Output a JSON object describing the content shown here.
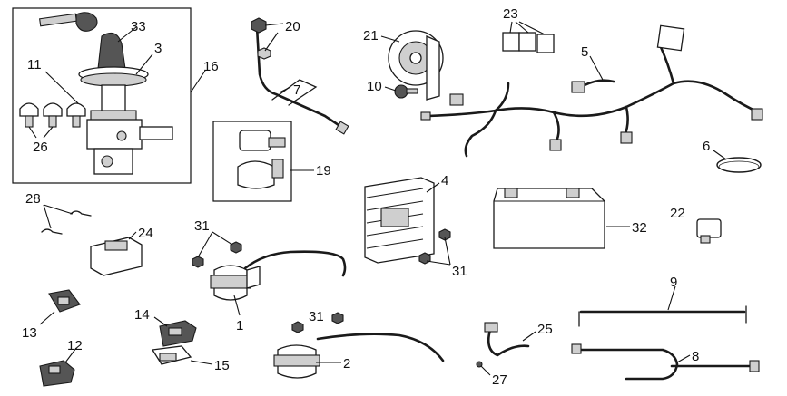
{
  "callouts": {
    "c1": "1",
    "c2": "2",
    "c3": "3",
    "c4": "4",
    "c5": "5",
    "c6": "6",
    "c7": "7",
    "c8": "8",
    "c9": "9",
    "c10": "10",
    "c11": "11",
    "c12": "12",
    "c13": "13",
    "c14": "14",
    "c15": "15",
    "c16": "16",
    "c19": "19",
    "c20": "20",
    "c21": "21",
    "c22": "22",
    "c23": "23",
    "c24": "24",
    "c25": "25",
    "c26": "26",
    "c27": "27",
    "c28": "28",
    "c31a": "31",
    "c31b": "31",
    "c31c": "31",
    "c32": "32",
    "c33": "33"
  }
}
